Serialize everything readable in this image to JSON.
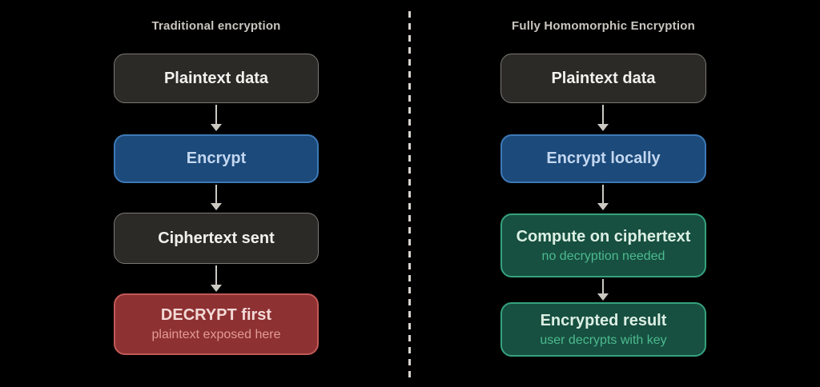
{
  "diagram_title": "Traditional encryption vs Fully Homomorphic Encryption flow comparison",
  "columns": [
    {
      "title": "Traditional encryption",
      "boxes": [
        {
          "label": "Plaintext data",
          "type": "dark"
        },
        {
          "label": "Encrypt",
          "type": "blue"
        },
        {
          "label": "Ciphertext sent",
          "type": "dark"
        },
        {
          "label": "DECRYPT first",
          "sub": "plaintext exposed here",
          "type": "red"
        }
      ]
    },
    {
      "title": "Fully Homomorphic Encryption",
      "boxes": [
        {
          "label": "Plaintext data",
          "type": "dark"
        },
        {
          "label": "Encrypt locally",
          "type": "blue"
        },
        {
          "label": "Compute on ciphertext",
          "sub": "no decryption needed",
          "type": "green"
        },
        {
          "label": "Encrypted result",
          "sub": "user decrypts with key",
          "type": "green"
        }
      ]
    }
  ],
  "icons": {
    "arrow_down": "▼ (flow-direction arrow between steps)",
    "dashed_divider": "┆ (vertical dashed separator between columns)"
  },
  "colors": {
    "background": "#000000",
    "divider": "#d8d5d0",
    "title-text": "#c9c6bf",
    "arrow": "#ccc9c3",
    "dark-fill": "#2b2a27",
    "dark-border": "#7b7973",
    "dark-text": "#f2f1ee",
    "blue-fill": "#1c4a7a",
    "blue-border": "#3d79b6",
    "blue-text": "#c3d7f0",
    "red-fill": "#8e3133",
    "red-border": "#c05a57",
    "red-text": "#f3dad7",
    "red-sub": "#e29b95",
    "green-fill": "#174f40",
    "green-border": "#36a27e",
    "green-text": "#dcefe4",
    "green-sub": "#4cbb8f"
  }
}
